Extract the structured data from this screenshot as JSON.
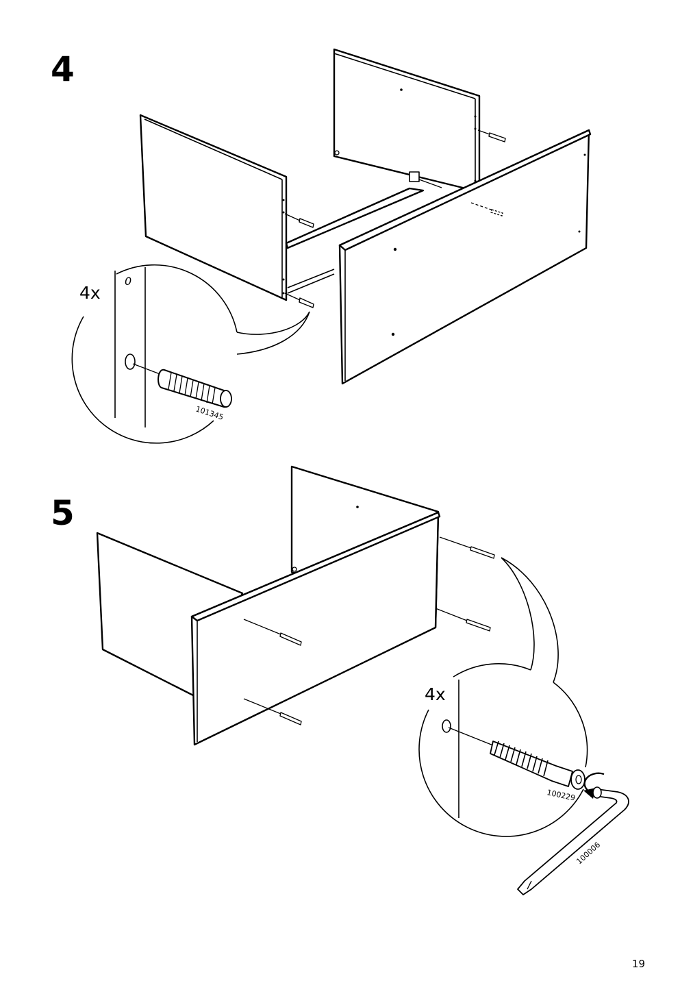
{
  "document": {
    "page_number": "19",
    "steps": [
      {
        "number": "4",
        "quantity": "4x",
        "part_number": "101345",
        "detail_hint": "0"
      },
      {
        "number": "5",
        "quantity": "4x",
        "part_number": "100229",
        "tool_part_number": "100006"
      }
    ]
  },
  "icons": [
    "dowel-icon",
    "cam-screw-icon",
    "allen-key-icon",
    "rotate-arrow-icon"
  ]
}
